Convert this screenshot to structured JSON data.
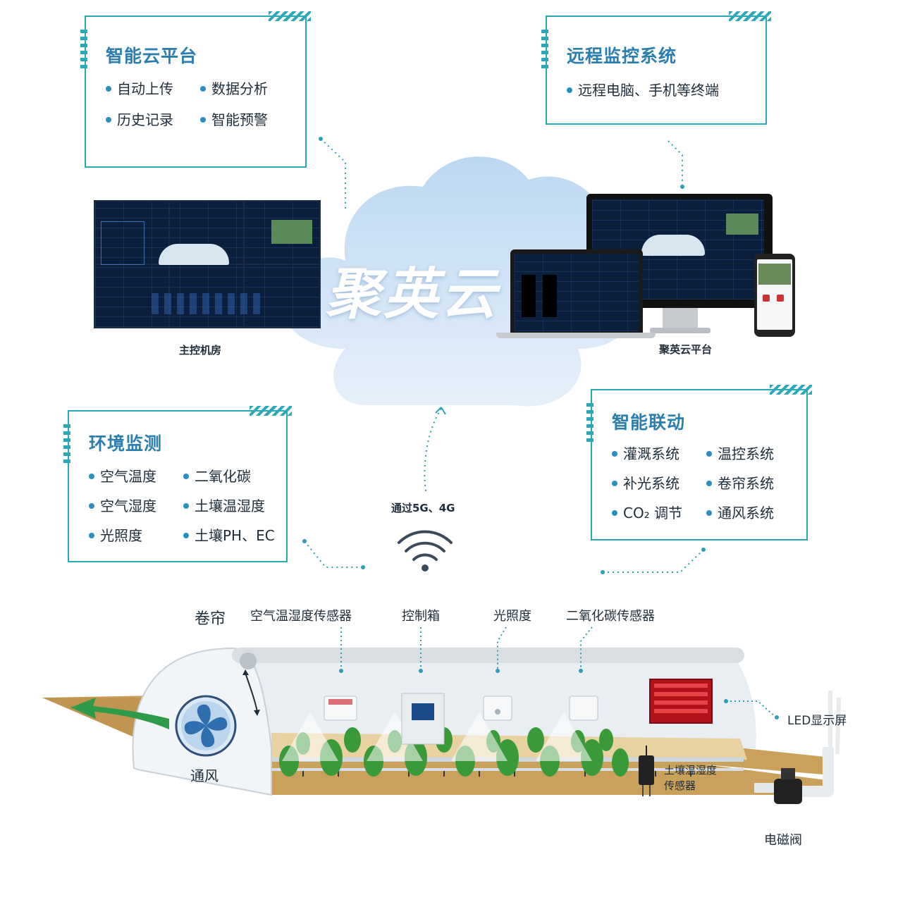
{
  "cloud": {
    "brand": "聚英云"
  },
  "panels": {
    "cloud_platform": {
      "title": "智能云平台",
      "items": [
        "自动上传",
        "数据分析",
        "历史记录",
        "智能预警"
      ]
    },
    "remote_monitor": {
      "title": "远程监控系统",
      "items": [
        "远程电脑、手机等终端"
      ]
    },
    "env_monitor": {
      "title": "环境监测",
      "items": [
        "空气温度",
        "二氧化碳",
        "空气湿度",
        "土壤温湿度",
        "光照度",
        "土壤PH、EC"
      ]
    },
    "smart_link": {
      "title": "智能联动",
      "items": [
        "灌溉系统",
        "温控系统",
        "补光系统",
        "卷帘系统",
        "CO₂ 调节",
        "通风系统"
      ]
    }
  },
  "captions": {
    "main_control": "主控机房",
    "platform": "聚英云平台",
    "network": "通过5G、4G"
  },
  "greenhouse": {
    "labels": {
      "curtain": "卷帘",
      "air_sensor": "空气温湿度传感器",
      "control_box": "控制箱",
      "light": "光照度",
      "co2": "二氧化碳传感器",
      "led": "LED显示屏",
      "vent": "通风",
      "soil_sensor_1": "土壤温湿度",
      "soil_sensor_2": "传感器",
      "valve": "电磁阀"
    }
  },
  "colors": {
    "accent": "#2aa9b9",
    "title": "#2a7fb0",
    "cloud": "#cfe3f5",
    "ground": "#c9a15a",
    "arrow": "#2e9a4a",
    "led": "#c8161d"
  }
}
